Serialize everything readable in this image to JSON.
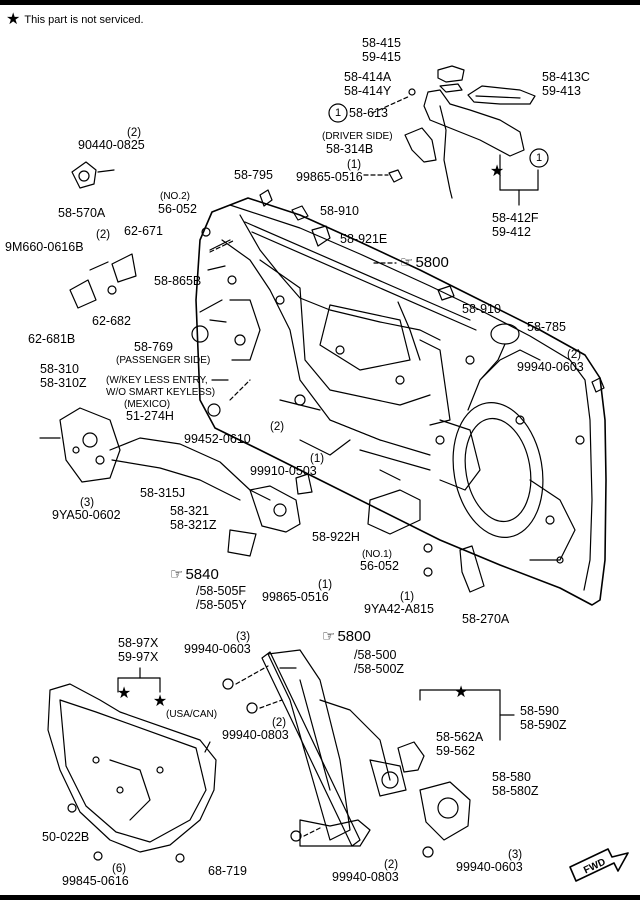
{
  "notice": {
    "symbol": "★",
    "text": "This part is not serviced."
  },
  "labels": {
    "l_58415": "58-415",
    "l_59415": "59-415",
    "l_58414A": "58-414A",
    "l_58414Y": "58-414Y",
    "l_58413C": "58-413C",
    "l_59413": "59-413",
    "l_callout1a": "1",
    "l_58613": "58-613",
    "l_driverside": "(DRIVER SIDE)",
    "l_58314B": "58-314B",
    "l_q1a": "(1)",
    "l_99865_0516a": "99865-0516",
    "l_callout1b": "1",
    "l_58412F": "58-412F",
    "l_59412": "59-412",
    "l_q2a": "(2)",
    "l_90440": "90440-0825",
    "l_58570A": "58-570A",
    "l_no2": "(NO.2)",
    "l_56052a": "56-052",
    "l_58795": "58-795",
    "l_58910a": "58-910",
    "l_58921E": "58-921E",
    "l_q2b": "(2)",
    "l_9M660": "9M660-0616B",
    "l_62671": "62-671",
    "l_62682": "62-682",
    "l_62681B": "62-681B",
    "l_58865B": "58-865B",
    "l_5800a": "5800",
    "l_58910b": "58-910",
    "l_58785": "58-785",
    "l_58769": "58-769",
    "l_passside": "(PASSENGER SIDE)",
    "l_58310": "58-310",
    "l_58310Z": "58-310Z",
    "l_keyless1": "(W/KEY LESS ENTRY,",
    "l_keyless2": "W/O SMART KEYLESS)",
    "l_mexico": "(MEXICO)",
    "l_51274H": "51-274H",
    "l_q2c": "(2)",
    "l_99940_0603a": "99940-0603",
    "l_q2d": "(2)",
    "l_99452": "99452-0610",
    "l_q1b": "(1)",
    "l_99910": "99910-0503",
    "l_58315J": "58-315J",
    "l_q3a": "(3)",
    "l_9YA50": "9YA50-0602",
    "l_58321": "58-321",
    "l_58321Z": "58-321Z",
    "l_58922H": "58-922H",
    "l_no1": "(NO.1)",
    "l_56052b": "56-052",
    "l_q1c": "(1)",
    "l_9YA42": "9YA42-A815",
    "l_58270A": "58-270A",
    "l_5840": "5840",
    "l_58505F": "/58-505F",
    "l_58505Y": "/58-505Y",
    "l_q1d": "(1)",
    "l_99865_0516b": "99865-0516",
    "l_5897X": "58-97X",
    "l_5997X": "59-97X",
    "l_usacan": "(USA/CAN)",
    "l_50022B": "50-022B",
    "l_q6": "(6)",
    "l_99845": "99845-0616",
    "l_68719": "68-719",
    "l_q3b": "(3)",
    "l_99940_0603b": "99940-0603",
    "l_q2e": "(2)",
    "l_99940_0803a": "99940-0803",
    "l_5800b": "5800",
    "l_58500": "/58-500",
    "l_58500Z": "/58-500Z",
    "l_58590": "58-590",
    "l_58590Z": "58-590Z",
    "l_58562A": "58-562A",
    "l_59562": "59-562",
    "l_58580": "58-580",
    "l_58580Z": "58-580Z",
    "l_q2f": "(2)",
    "l_99940_0803b": "99940-0803",
    "l_q3c": "(3)",
    "l_99940_0603c": "99940-0603",
    "l_fwd": "FWD"
  },
  "icons": {
    "hand": "pointing-hand-icon",
    "star": "star-icon",
    "fwd": "forward-arrow-icon"
  }
}
